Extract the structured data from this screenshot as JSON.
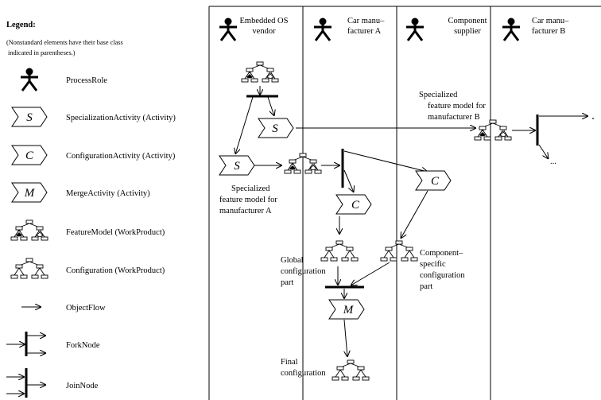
{
  "legend": {
    "title": "Legend:",
    "note_line1": "(Nonstandard elements have their base class",
    "note_line2": "indicated in parentheses.)",
    "items": [
      {
        "icon": "process-role-icon",
        "label": "ProcessRole"
      },
      {
        "icon": "specialization-activity-icon",
        "letter": "S",
        "label": "SpecializationActivity (Activity)"
      },
      {
        "icon": "configuration-activity-icon",
        "letter": "C",
        "label": "ConfigurationActivity (Activity)"
      },
      {
        "icon": "merge-activity-icon",
        "letter": "M",
        "label": "MergeActivity (Activity)"
      },
      {
        "icon": "feature-model-icon",
        "label": "FeatureModel (WorkProduct)"
      },
      {
        "icon": "configuration-icon",
        "label": "Configuration (WorkProduct)"
      },
      {
        "icon": "object-flow-icon",
        "label": "ObjectFlow"
      },
      {
        "icon": "fork-node-icon",
        "label": "ForkNode"
      },
      {
        "icon": "join-node-icon",
        "label": "JoinNode"
      }
    ]
  },
  "lanes": [
    {
      "line1": "Embedded OS",
      "line2": "vendor"
    },
    {
      "line1": "Car manu–",
      "line2": "facturer A"
    },
    {
      "line1": "Component",
      "line2": "supplier"
    },
    {
      "line1": "Car manu–",
      "line2": "facturer B"
    }
  ],
  "activities": {
    "s_top": "S",
    "s_left": "S",
    "c_a": "C",
    "c_supplier": "C",
    "merge": "M"
  },
  "labels": {
    "spec_a": [
      "Specialized",
      "feature model for",
      "manufacturer A"
    ],
    "spec_b": [
      "Specialized",
      "feature model for",
      "manufacturer B"
    ],
    "global": [
      "Global",
      "configuration",
      "part"
    ],
    "component": [
      "Component–",
      "specific",
      "configuration",
      "part"
    ],
    "final": [
      "Final",
      "configuration"
    ],
    "ellipsis": "..."
  }
}
